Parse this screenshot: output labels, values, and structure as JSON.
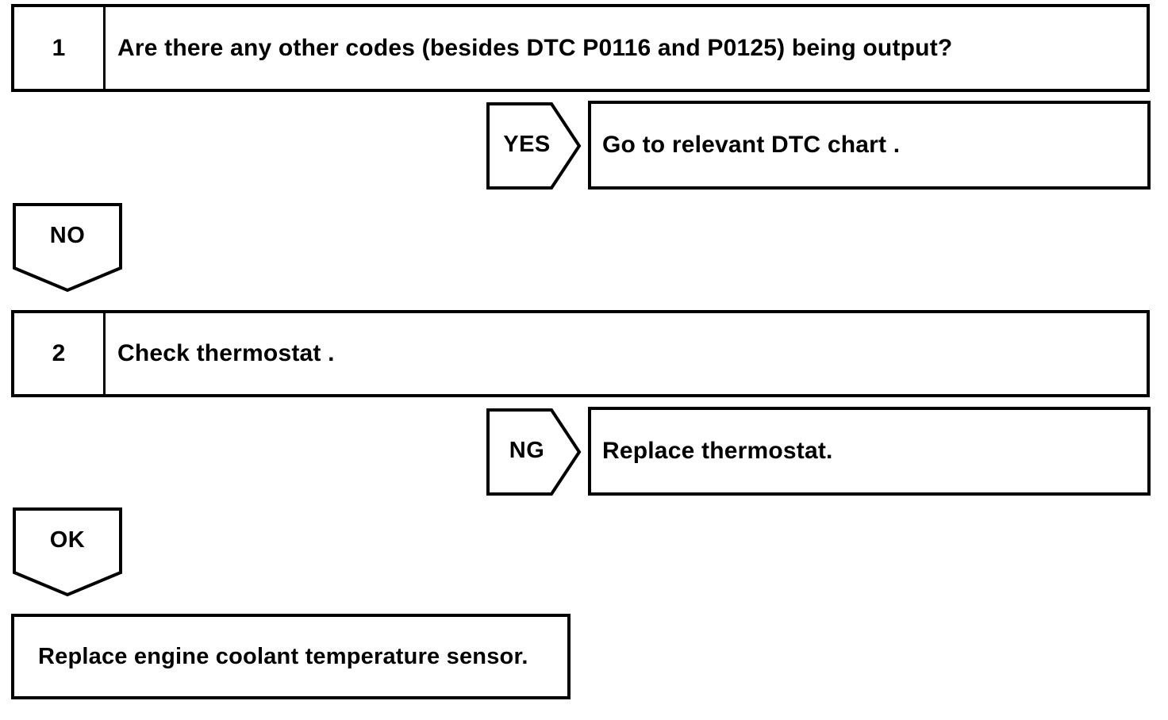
{
  "page": {
    "background_color": "#ffffff",
    "line_color": "#000000"
  },
  "flowchart": {
    "steps": [
      {
        "number": "1",
        "question": "Are there any other codes (besides DTC P0116 and P0125) being output?",
        "branch_label": "YES",
        "branch_result": "Go to relevant DTC chart .",
        "continue_label": "NO"
      },
      {
        "number": "2",
        "question": "Check thermostat .",
        "branch_label": "NG",
        "branch_result": "Replace thermostat.",
        "continue_label": "OK"
      }
    ],
    "final_action": "Replace engine coolant temperature sensor."
  }
}
